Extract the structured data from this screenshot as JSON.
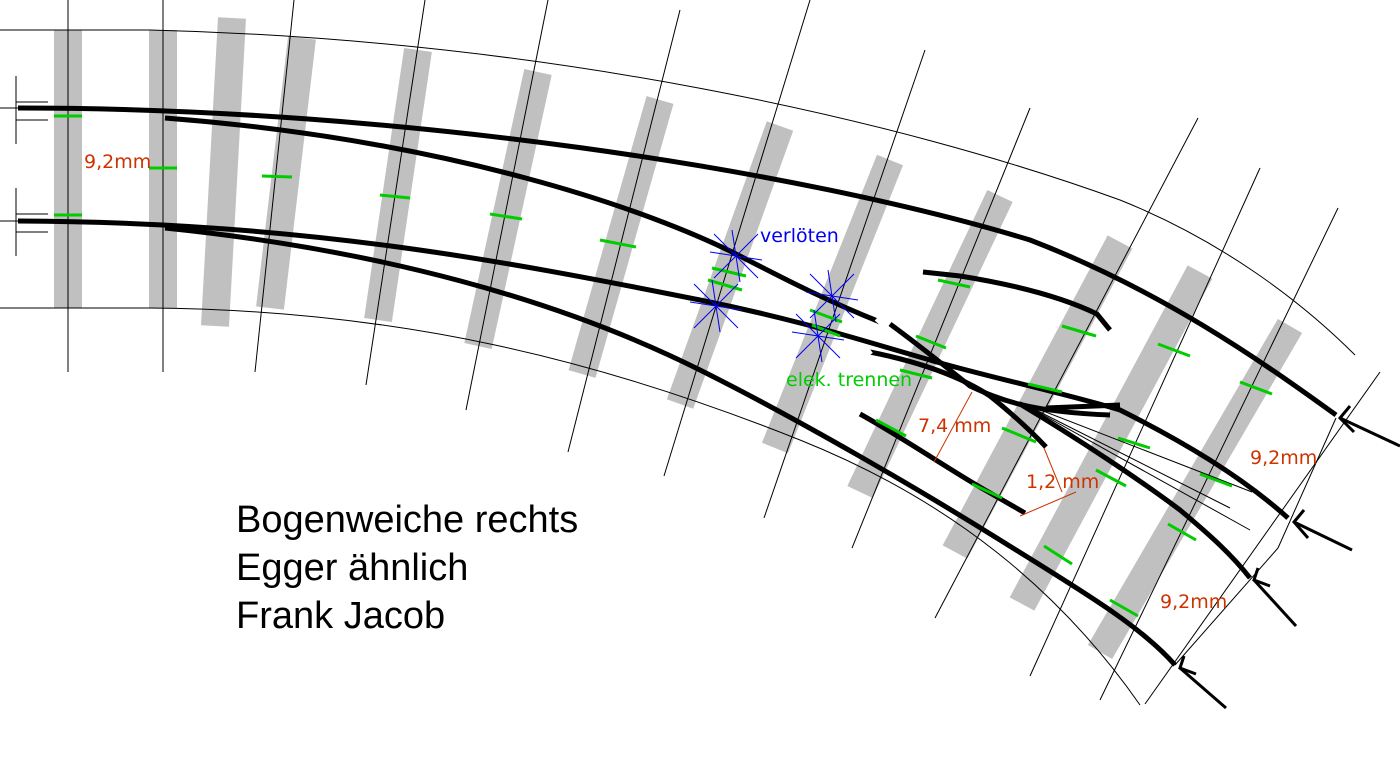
{
  "colors": {
    "rail": "#000000",
    "sleeper": "#c0c0c0",
    "gauge_mark": "#00cc00",
    "dimension": "#cc3300",
    "solder": "#0000ee",
    "isolation": "#00cc00",
    "guide_line": "#000000"
  },
  "labels": {
    "gauge_left": "9,2mm",
    "gauge_right_upper": "9,2mm",
    "gauge_right_lower": "9,2mm",
    "dim_74": "7,4 mm",
    "dim_12": "1,2 mm",
    "solder": "verlöten",
    "isolate": "elek. trennen"
  },
  "info": {
    "line1": "Bogenweiche rechts",
    "line2": "Egger ähnlich",
    "line3": "Frank Jacob"
  },
  "icons": {
    "arrow": "arrow-icon",
    "solder_mark": "asterisk-cross-icon"
  }
}
